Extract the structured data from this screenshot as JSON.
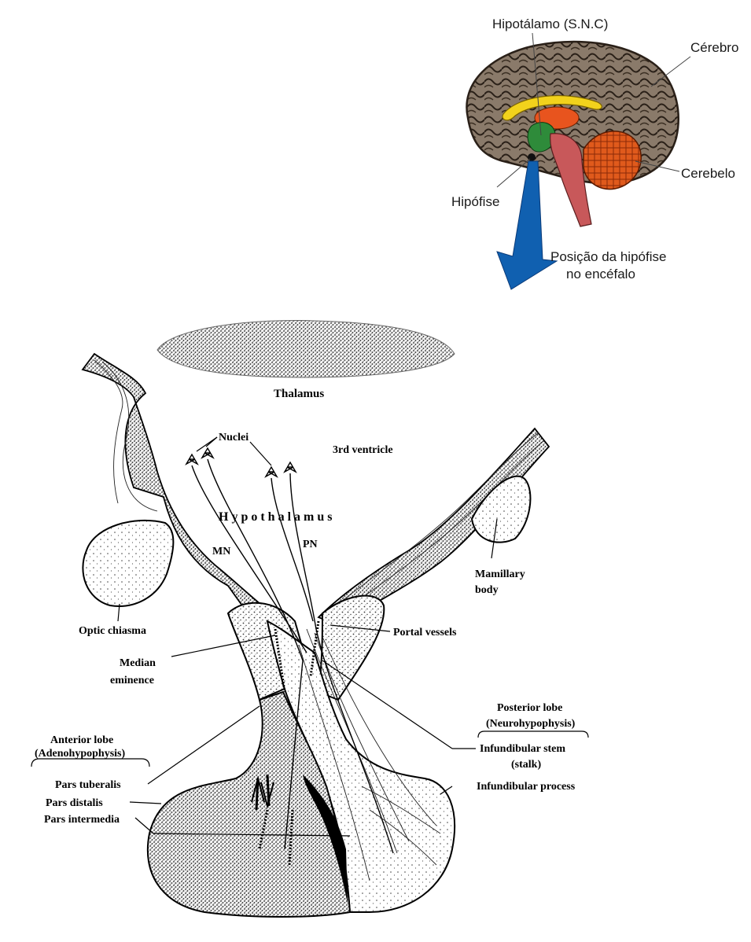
{
  "brain_inset": {
    "hypothalamus_label": "Hipotálamo (S.N.C)",
    "cerebrum_label": "Cérebro",
    "cerebellum_label": "Cerebelo",
    "pituitary_label": "Hipófise",
    "caption_line1": "Posição da hipófise",
    "caption_line2": "no encéfalo",
    "colors": {
      "cortex": "#8a7a6a",
      "corpus_callosum": "#f2d21c",
      "thalamus": "#e8541e",
      "hypothalamus": "#2e8b3a",
      "brainstem": "#c8585a",
      "cerebellum": "#e05a1c",
      "arrow": "#1060b0"
    }
  },
  "pituitary_diagram": {
    "thalamus": "Thalamus",
    "nuclei": "Nuclei",
    "third_ventricle": "3rd ventricle",
    "hypothalamus": "Hypothalamus",
    "mn": "MN",
    "pn": "PN",
    "optic_chiasma": "Optic chiasma",
    "mamillary_body_line1": "Mamillary",
    "mamillary_body_line2": "body",
    "portal_vessels": "Portal vessels",
    "median_eminence_line1": "Median",
    "median_eminence_line2": "eminence",
    "posterior_lobe_line1": "Posterior lobe",
    "posterior_lobe_line2": "(Neurohypophysis)",
    "infundibular_stem_line1": "Infundibular stem",
    "infundibular_stem_line2": "(stalk)",
    "infundibular_process": "Infundibular process",
    "anterior_lobe_line1": "Anterior lobe",
    "anterior_lobe_line2": "(Adenohypophysis)",
    "pars_tuberalis": "Pars tuberalis",
    "pars_distalis": "Pars distalis",
    "pars_intermedia": "Pars intermedia"
  }
}
